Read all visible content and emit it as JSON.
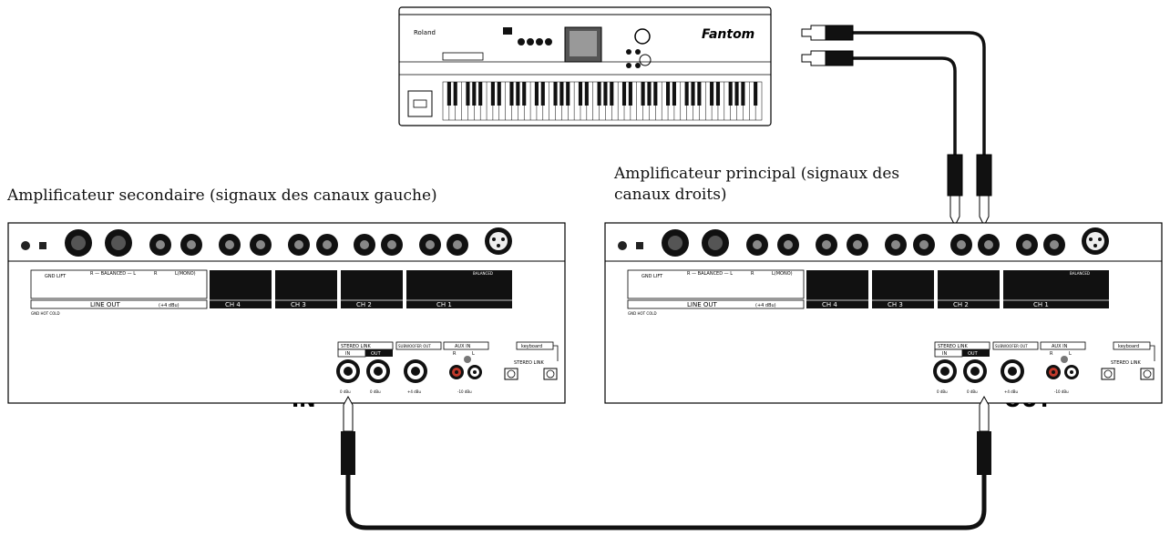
{
  "keyboard": {
    "brand": "Roland",
    "model": "Fantom"
  },
  "captions": {
    "left": "Amplificateur secondaire (signaux des canaux gauche)",
    "right_line1": "Amplificateur principal (signaux des",
    "right_line2": "canaux droits)"
  },
  "labels": {
    "in": "IN",
    "out": "OUT"
  },
  "panel": {
    "gnd_lift": "GND LIFT",
    "balanced": "R — BALANCED — L",
    "r": "R",
    "l_mono": "L(MONO)",
    "line_out": "LINE OUT",
    "line_out_level": "(+4 dBu)",
    "ch4": "CH 4",
    "ch3": "CH 3",
    "ch2": "CH 2",
    "ch1": "CH 1",
    "balanced_hdr": "BALANCED",
    "legend_left": "GND  HOT  COLD",
    "stereo_link": "STEREO LINK",
    "in": "IN",
    "out": "OUT",
    "subwoofer_out": "SUBWOOFER OUT",
    "aux_in": "AUX IN",
    "aux_r": "R",
    "aux_l": "L",
    "keyboard": "keyboard",
    "level_0": "0 dBu",
    "level_4": "+4 dBu",
    "level_10": "-10 dBu"
  }
}
